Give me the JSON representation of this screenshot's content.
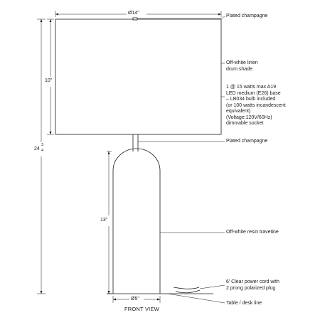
{
  "dimensions": {
    "shade_diameter": "Ø14\"",
    "shade_height": "10\"",
    "base_height": "13\"",
    "overall_height_whole": "24",
    "overall_height_num": "3",
    "overall_height_den": "4",
    "base_diameter": "Ø5\""
  },
  "callouts": {
    "finial": "Plated champagne",
    "shade": "Off-white linen\ndrum shade",
    "bulb": "1 @ 15 watts max A19\nLED medium (E26) base\n– LB034 bulb included\n(or 100 watts incandescent\nequivalent)\n(Voltage:120V/60Hz)\ndimmable socket",
    "neck": "Plated champagne",
    "base": "Off-white resin travetine",
    "cord": "6' Clear power cord with\n2 prong polarized plug",
    "table": "Table / desk line"
  },
  "view_label": "FRONT VIEW"
}
